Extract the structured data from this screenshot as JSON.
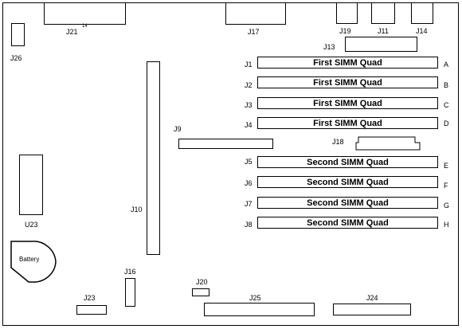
{
  "connectors": {
    "j21": "J21",
    "j17": "J17",
    "j19": "J19",
    "j11": "J11",
    "j14": "J14",
    "j26": "J26",
    "j13": "J13",
    "j9": "J9",
    "j18": "J18",
    "j10": "J10",
    "u23": "U23",
    "j16": "J16",
    "j20": "J20",
    "j23": "J23",
    "j25": "J25",
    "j24": "J24"
  },
  "battery": "Battery",
  "simm_slots": [
    {
      "id": "J1",
      "label": "First SIMM Quad",
      "letter": "A"
    },
    {
      "id": "J2",
      "label": "First SIMM Quad",
      "letter": "B"
    },
    {
      "id": "J3",
      "label": "First SIMM Quad",
      "letter": "C"
    },
    {
      "id": "J4",
      "label": "First SIMM Quad",
      "letter": "D"
    },
    {
      "id": "J5",
      "label": "Second SIMM Quad",
      "letter": "E"
    },
    {
      "id": "J6",
      "label": "Second SIMM Quad",
      "letter": "F"
    },
    {
      "id": "J7",
      "label": "Second SIMM Quad",
      "letter": "G"
    },
    {
      "id": "J8",
      "label": "Second SIMM Quad",
      "letter": "H"
    }
  ]
}
